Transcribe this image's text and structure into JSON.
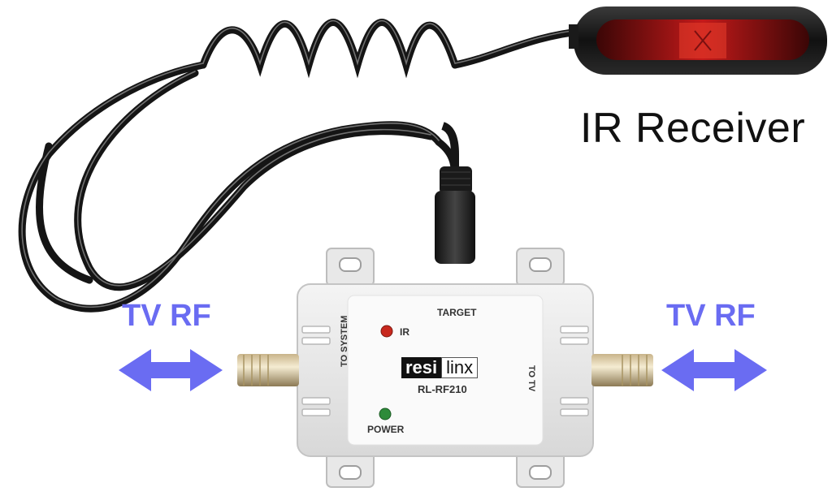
{
  "labels": {
    "ir_receiver": "IR Receiver",
    "tv_rf_left": "TV RF",
    "tv_rf_right": "TV RF"
  },
  "device": {
    "target": "TARGET",
    "ir_led": "IR",
    "power_led": "POWER",
    "to_system": "TO SYSTEM",
    "to_tv": "TO TV",
    "brand_part1": "resi",
    "brand_part2": "linx",
    "model": "RL-RF210"
  },
  "colors": {
    "arrow": "#6a6cf2",
    "ir_led": "#c8281e",
    "power_led": "#2e8b3a",
    "receiver_lens": "#a01010"
  }
}
